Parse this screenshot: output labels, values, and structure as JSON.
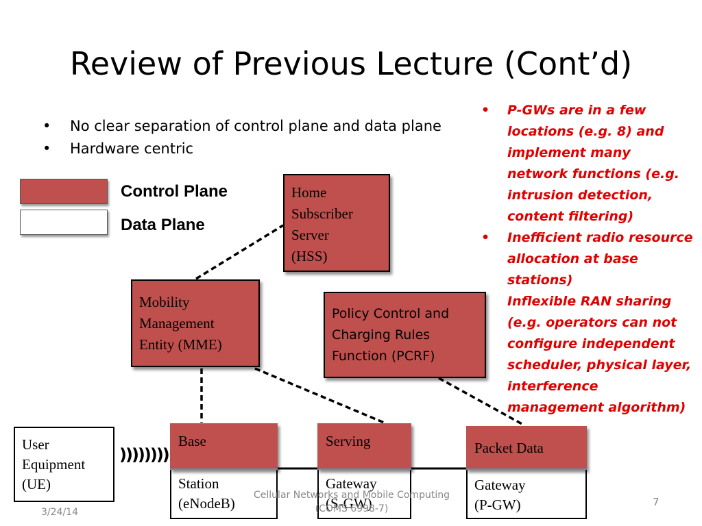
{
  "title": "Review of Previous Lecture (Cont’d)",
  "left_bullets": [
    "No clear separation of control plane and data plane",
    "Hardware centric"
  ],
  "right_notes": [
    "P-GWs are in a few locations (e.g. 8) and implement many network functions (e.g. intrusion detection, content filtering)",
    "Inefficient radio resource allocation at base stations)",
    "Inflexible RAN sharing (e.g. operators can not configure independent scheduler,  physical layer, interference management algorithm)"
  ],
  "legend": {
    "control_plane": "Control Plane",
    "data_plane": "Data Plane"
  },
  "boxes": {
    "hss": [
      "Home",
      "Subscriber",
      "Server",
      "(HSS)"
    ],
    "mme": [
      "Mobility",
      "Management",
      "Entity (MME)"
    ],
    "pcrf": [
      "Policy Control and",
      "Charging Rules",
      "Function (PCRF)"
    ],
    "ue": [
      "User",
      "Equipment",
      "(UE)"
    ],
    "enodeb": {
      "head": "Base",
      "body": [
        "Station",
        "(eNodeB)"
      ]
    },
    "sgw": {
      "head": "Serving",
      "body": [
        "Gateway",
        "(S-GW)"
      ]
    },
    "pgw": {
      "head": "Packet Data",
      "body": [
        "Gateway",
        "(P-GW)"
      ]
    }
  },
  "radio_waves": "))))))))",
  "footer": {
    "course": "Cellular Networks and Mobile Computing (COMS 6998-7)",
    "date": "3/24/14",
    "page": "7"
  },
  "colors": {
    "control_plane": "#c0504d",
    "notes_text": "#e00000",
    "footer_text": "#888888"
  }
}
